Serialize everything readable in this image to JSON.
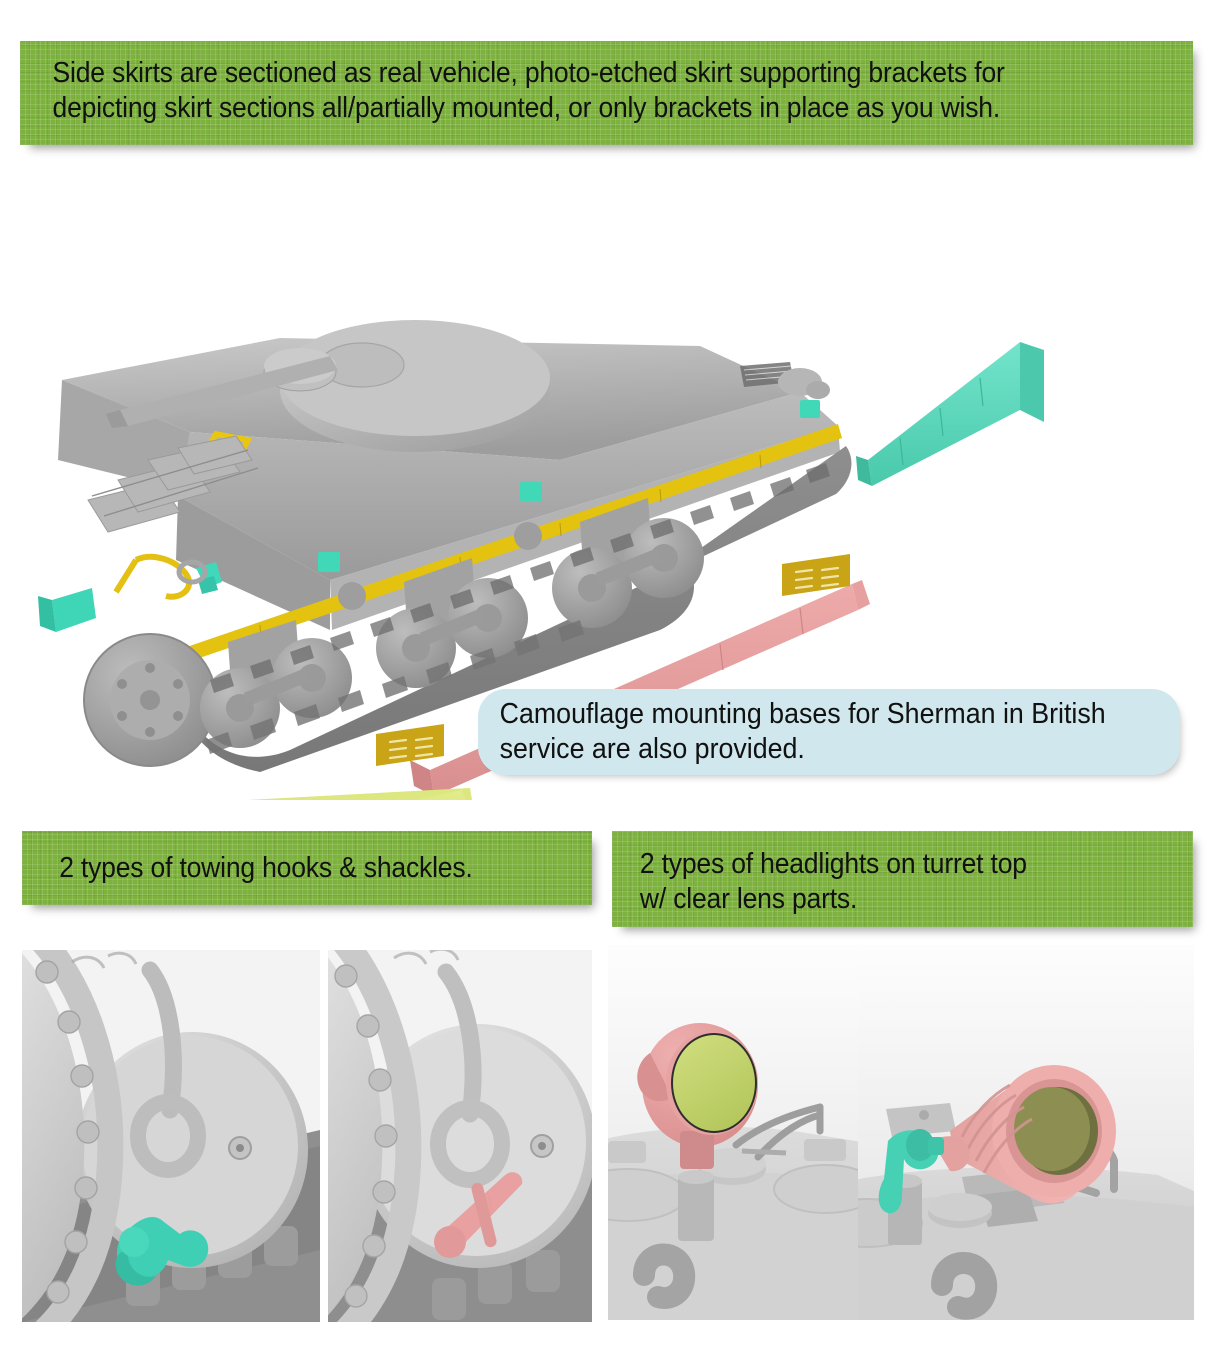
{
  "banners": {
    "side_skirts": {
      "line1": "Side skirts are sectioned as real vehicle, photo-etched skirt supporting brackets for",
      "line2": "depicting skirt sections all/partially mounted, or only brackets in place as you wish.",
      "color": "#7cb23d"
    },
    "towing": {
      "line1": "2 types of towing hooks & shackles.",
      "color": "#7cb23d"
    },
    "headlights": {
      "line1": "2 types of headlights on turret top",
      "line2": "w/ clear lens parts.",
      "color": "#7cb23d"
    }
  },
  "callouts": {
    "camouflage": {
      "line1": "Camouflage mounting bases for Sherman in British",
      "line2": "service are also provided.",
      "bg_color": "#cfe7ed"
    }
  },
  "renders": {
    "main": {
      "subject": "sherman-tank-three-quarter-rear-view-with-exploded-side-skirt-parts",
      "highlight_colors": {
        "skirt_rail_yellow": "#e8c312",
        "bracket_teal": "#3ddcb4",
        "skirt_section_pink": "#e79d9d",
        "skirt_section_teal": "#5fd9c0",
        "camo_base_green": "#d7e07a",
        "photo_etch_gold": "#c9a41a",
        "hull_grey": "#a8a8a8"
      }
    },
    "towing_hook_a": {
      "subject": "final-drive-housing-with-teal-towing-hook",
      "part_color": "#3ecfb4"
    },
    "towing_hook_b": {
      "subject": "final-drive-housing-with-pink-shackle-pin",
      "part_color": "#e8a0a0"
    },
    "headlight_a": {
      "subject": "turret-top-headlight-with-clear-lens",
      "housing_color": "#e79a9a",
      "lens_color": "#c3d36a"
    },
    "headlight_b": {
      "subject": "turret-top-ribbed-headlight-guard-with-teal-fitting",
      "housing_color": "#e5a3a0",
      "fitting_color": "#46d0b4"
    }
  }
}
